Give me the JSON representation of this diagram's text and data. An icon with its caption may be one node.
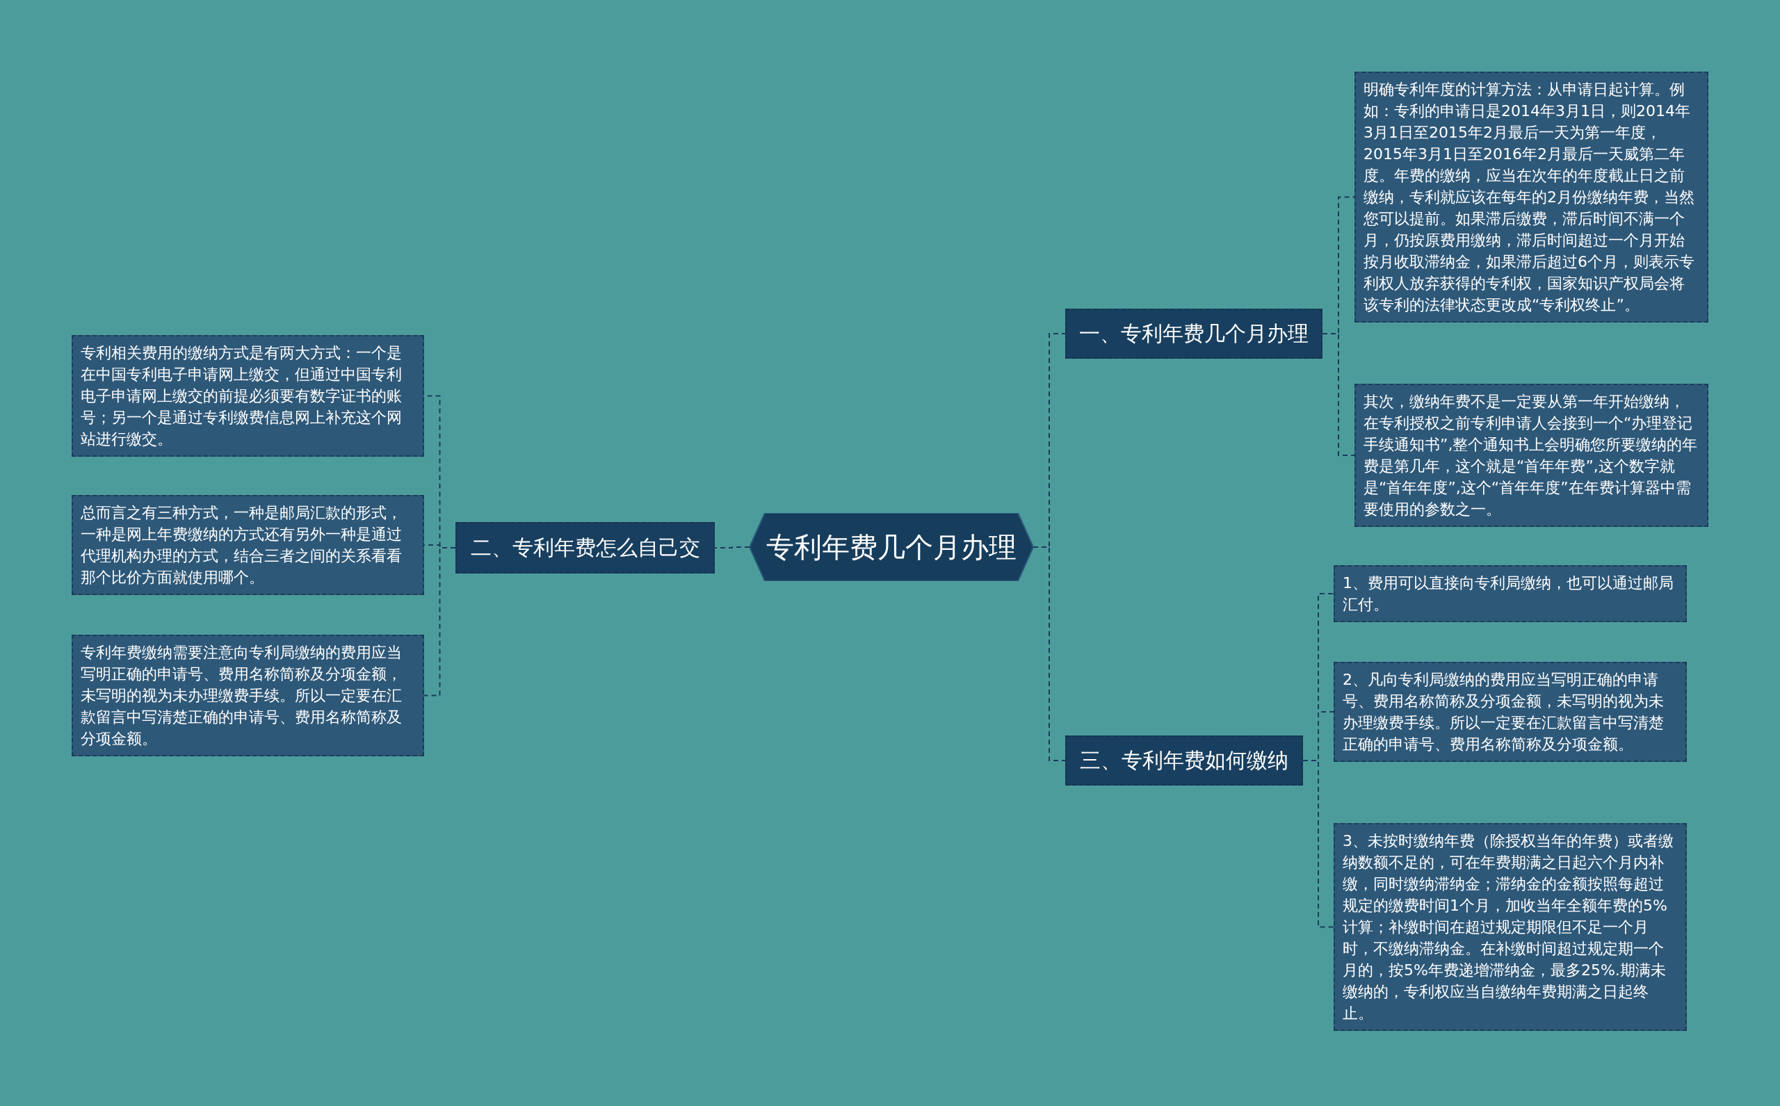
{
  "diagram": {
    "nodes": [
      {
        "text": [
          "专利年费几个月办理"
        ]
      },
      {
        "text": [
          "一、专利年费几个月办理"
        ]
      },
      {
        "text": [
          "明确专利年度的计算方法：从申请日起计算。例如：专利的申请日是2014年3月1日，则2014年3月1日至2015年2月最后一天为第一年度，2015年3月1日至2016年2月最后一天威第二年度。年费的缴纳，应当在次年的年度截止日之前缴纳，专利就应该在每年的2月份缴纳年费，当然您可以提前。如果滞后缴费，滞后时间不满一个月，仍按原费用缴纳，滞后时间超过一个月开始按月收取滞纳金，如果滞后超过6个月，则表示专利权人放弃获得的专利权，国家知识产权局会将该专利的法律状态更改成“专利权终止”。"
        ]
      },
      {
        "text": [
          "其次，缴纳年费不是一定要从第一年开始缴纳，在专利授权之前专利申请人会接到一个“办理登记手续通知书”,整个通知书上会明确您所要缴纳的年费是第几年，这个就是“首年年费”,这个数字就是“首年年度”,这个“首年年度”在年费计算器中需要使用的参数之一。"
        ]
      },
      {
        "text": [
          "二、专利年费怎么自己交"
        ]
      },
      {
        "text": [
          "专利相关费用的缴纳方式是有两大方式：一个是在中国专利电子申请网上缴交，但通过中国专利电子申请网上缴交的前提必须要有数字证书的账号；另一个是通过专利缴费信息网上补充这个网站进行缴交。"
        ]
      },
      {
        "text": [
          "总而言之有三种方式，一种是邮局汇款的形式，一种是网上年费缴纳的方式还有另外一种是通过代理机构办理的方式，结合三者之间的关系看看那个比价方面就使用哪个。"
        ]
      },
      {
        "text": [
          "专利年费缴纳需要注意向专利局缴纳的费用应当写明正确的申请号、费用名称简称及分项金额，未写明的视为未办理缴费手续。所以一定要在汇款留言中写清楚正确的申请号、费用名称简称及分项金额。"
        ]
      },
      {
        "text": [
          "三、专利年费如何缴纳"
        ]
      },
      {
        "text": [
          "1、费用可以直接向专利局缴纳，也可以通过邮局汇付。"
        ]
      },
      {
        "text": [
          "2、凡向专利局缴纳的费用应当写明正确的申请号、费用名称简称及分项金额，未写明的视为未办理缴费手续。所以一定要在汇款留言中写清楚正确的申请号、费用名称简称及分项金额。"
        ]
      },
      {
        "text": [
          "3、未按时缴纳年费（除授权当年的年费）或者缴纳数额不足的，可在年费期满之日起六个月内补缴，同时缴纳滞纳金；滞纳金的金额按照每超过规定的缴费时间1个月，加收当年全额年费的5%计算；补缴时间在超过规定期限但不足一个月时，不缴纳滞纳金。在补缴时间超过规定期一个月的，按5%年费递增滞纳金，最多25%.期满未缴纳的，专利权应当自缴纳年费期满之日起终止。"
        ]
      }
    ],
    "edges": [
      {
        "from": 0,
        "to": 1,
        "arrow": "none"
      },
      {
        "from": 1,
        "to": 2,
        "arrow": "none"
      },
      {
        "from": 1,
        "to": 3,
        "arrow": "none"
      },
      {
        "from": 0,
        "to": 4,
        "arrow": "none"
      },
      {
        "from": 4,
        "to": 5,
        "arrow": "none"
      },
      {
        "from": 4,
        "to": 6,
        "arrow": "none"
      },
      {
        "from": 4,
        "to": 7,
        "arrow": "none"
      },
      {
        "from": 0,
        "to": 8,
        "arrow": "none"
      },
      {
        "from": 8,
        "to": 9,
        "arrow": "none"
      },
      {
        "from": 8,
        "to": 10,
        "arrow": "none"
      },
      {
        "from": 8,
        "to": 11,
        "arrow": "none"
      }
    ]
  }
}
